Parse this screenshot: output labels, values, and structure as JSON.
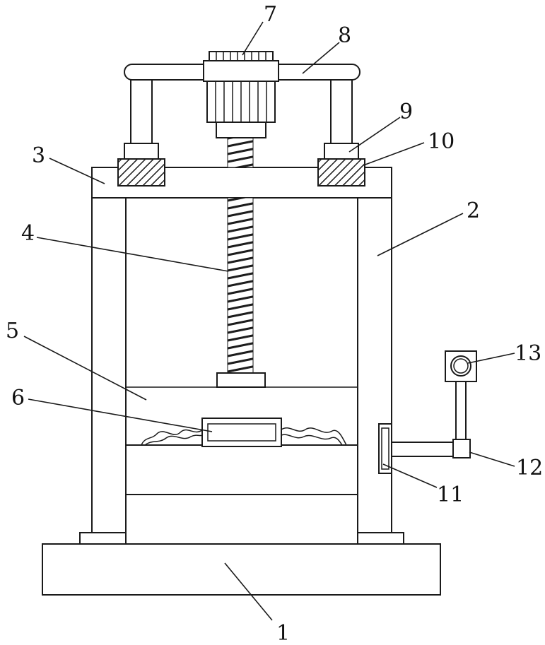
{
  "labels": {
    "l1": "1",
    "l2": "2",
    "l3": "3",
    "l4": "4",
    "l5": "5",
    "l6": "6",
    "l7": "7",
    "l8": "8",
    "l9": "9",
    "l10": "10",
    "l11": "11",
    "l12": "12",
    "l13": "13"
  }
}
